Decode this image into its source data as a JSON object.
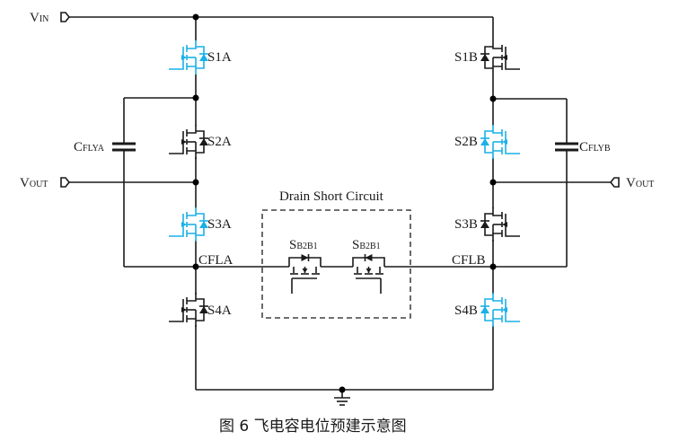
{
  "figure": {
    "caption": "图 6  飞电容电位预建示意图",
    "colors": {
      "active_switch": "#1ab0e8",
      "inactive_switch": "#1a1a1a",
      "wire": "#1a1a1a"
    }
  },
  "terminals": {
    "vin": {
      "main": "V",
      "sub": "IN"
    },
    "vout_left": {
      "main": "V",
      "sub": "OUT"
    },
    "vout_right": {
      "main": "V",
      "sub": "OUT"
    }
  },
  "capacitors": {
    "cflya": {
      "main": "C",
      "sub": "FLYA"
    },
    "cflyb": {
      "main": "C",
      "sub": "FLYB"
    }
  },
  "nodes": {
    "cfla": "CFLA",
    "cflb": "CFLB"
  },
  "switches": {
    "s1a": {
      "label": "S1A",
      "state": "active"
    },
    "s2a": {
      "label": "S2A",
      "state": "inactive"
    },
    "s3a": {
      "label": "S3A",
      "state": "active"
    },
    "s4a": {
      "label": "S4A",
      "state": "inactive"
    },
    "s1b": {
      "label": "S1B",
      "state": "inactive"
    },
    "s2b": {
      "label": "S2B",
      "state": "active"
    },
    "s3b": {
      "label": "S3B",
      "state": "inactive"
    },
    "s4b": {
      "label": "S4B",
      "state": "active"
    }
  },
  "drain_short": {
    "title": "Drain Short Circuit",
    "switch1": {
      "main": "S",
      "sub": "B2B1"
    },
    "switch2": {
      "main": "S",
      "sub": "B2B1"
    }
  }
}
